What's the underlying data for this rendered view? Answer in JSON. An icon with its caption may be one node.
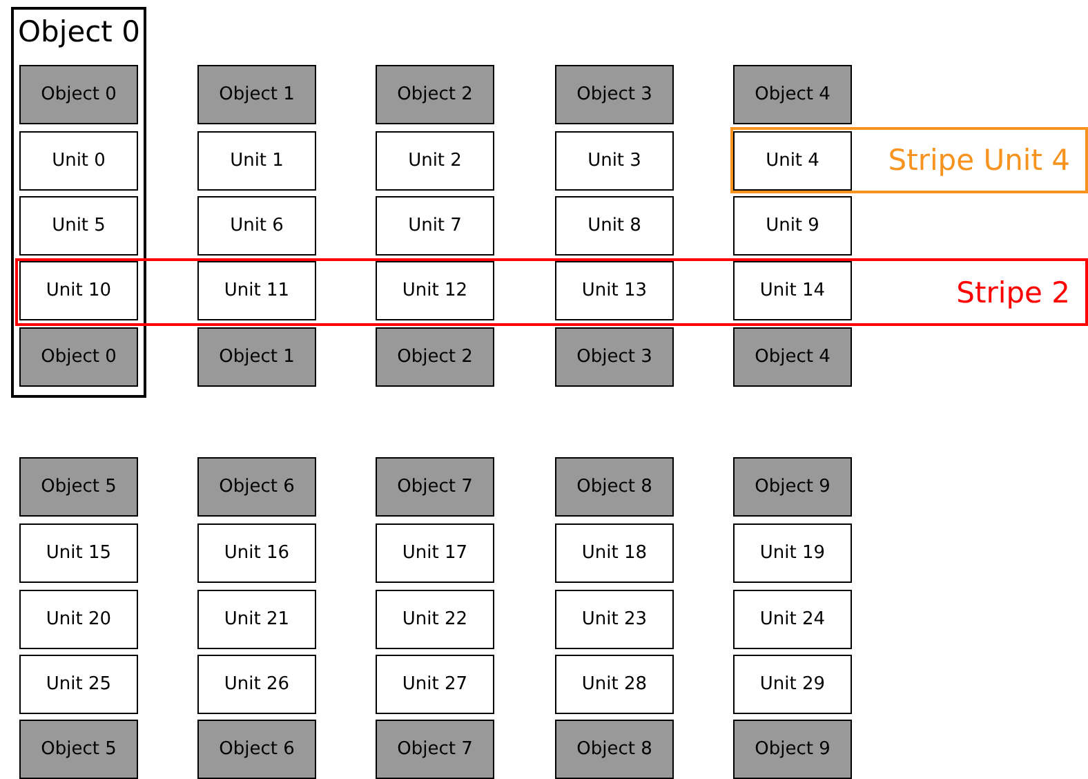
{
  "diagram": {
    "nodes": [
      {
        "text": [
          "Object 0"
        ]
      },
      {
        "text": [
          "Object 0"
        ],
        "in": 0
      },
      {
        "text": [
          "Object 1"
        ]
      },
      {
        "text": [
          "Object 2"
        ]
      },
      {
        "text": [
          "Object 3"
        ]
      },
      {
        "text": [
          "Object 4"
        ]
      },
      {
        "text": [
          "Stripe Unit 4"
        ]
      },
      {
        "text": [
          "Unit 0"
        ],
        "in": 0
      },
      {
        "text": [
          "Unit 1"
        ]
      },
      {
        "text": [
          "Unit 2"
        ]
      },
      {
        "text": [
          "Unit 3"
        ]
      },
      {
        "text": [
          "Unit 4"
        ],
        "in": 6
      },
      {
        "text": [
          "Unit 5"
        ],
        "in": 0
      },
      {
        "text": [
          "Unit 6"
        ]
      },
      {
        "text": [
          "Unit 7"
        ]
      },
      {
        "text": [
          "Unit 8"
        ]
      },
      {
        "text": [
          "Unit 9"
        ]
      },
      {
        "text": [
          "Stripe 2"
        ]
      },
      {
        "text": [
          "Unit 10"
        ]
      },
      {
        "text": [
          "Unit 11"
        ],
        "in": 17
      },
      {
        "text": [
          "Unit 12"
        ],
        "in": 17
      },
      {
        "text": [
          "Unit 13"
        ],
        "in": 17
      },
      {
        "text": [
          "Unit 14"
        ],
        "in": 17
      },
      {
        "text": [
          "Object 0"
        ],
        "in": 0
      },
      {
        "text": [
          "Object 1"
        ]
      },
      {
        "text": [
          "Object 2"
        ]
      },
      {
        "text": [
          "Object 3"
        ]
      },
      {
        "text": [
          "Object 4"
        ]
      },
      {
        "text": [
          "Object 5"
        ]
      },
      {
        "text": [
          "Object 6"
        ]
      },
      {
        "text": [
          "Object 7"
        ]
      },
      {
        "text": [
          "Object 8"
        ]
      },
      {
        "text": [
          "Object 9"
        ]
      },
      {
        "text": [
          "Unit 15"
        ]
      },
      {
        "text": [
          "Unit 16"
        ]
      },
      {
        "text": [
          "Unit 17"
        ]
      },
      {
        "text": [
          "Unit 18"
        ]
      },
      {
        "text": [
          "Unit 19"
        ]
      },
      {
        "text": [
          "Unit 20"
        ]
      },
      {
        "text": [
          "Unit 21"
        ]
      },
      {
        "text": [
          "Unit 22"
        ]
      },
      {
        "text": [
          "Unit 23"
        ]
      },
      {
        "text": [
          "Unit 24"
        ]
      },
      {
        "text": [
          "Unit 25"
        ]
      },
      {
        "text": [
          "Unit 26"
        ]
      },
      {
        "text": [
          "Unit 27"
        ]
      },
      {
        "text": [
          "Unit 28"
        ]
      },
      {
        "text": [
          "Unit 29"
        ]
      },
      {
        "text": [
          "Object 5"
        ]
      },
      {
        "text": [
          "Object 6"
        ]
      },
      {
        "text": [
          "Object 7"
        ]
      },
      {
        "text": [
          "Object 8"
        ]
      },
      {
        "text": [
          "Object 9"
        ]
      }
    ]
  }
}
